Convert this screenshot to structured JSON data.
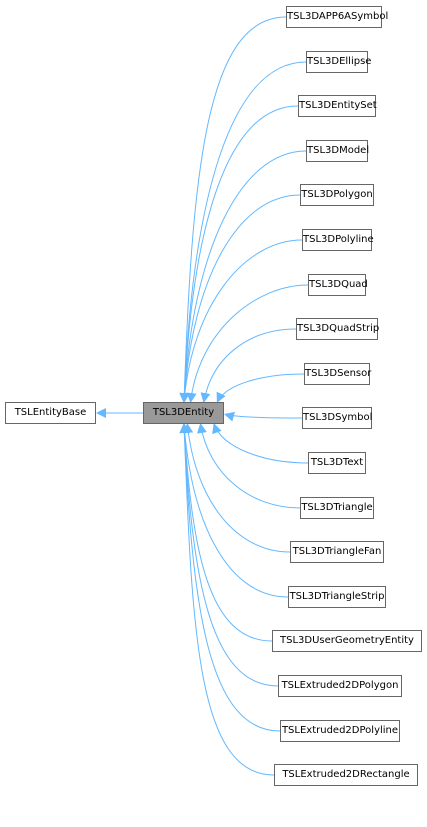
{
  "diagram": {
    "base_class": "TSLEntityBase",
    "current_class": "TSL3DEntity",
    "derived_classes": [
      "TSL3DAPP6ASymbol",
      "TSL3DEllipse",
      "TSL3DEntitySet",
      "TSL3DModel",
      "TSL3DPolygon",
      "TSL3DPolyline",
      "TSL3DQuad",
      "TSL3DQuadStrip",
      "TSL3DSensor",
      "TSL3DSymbol",
      "TSL3DText",
      "TSL3DTriangle",
      "TSL3DTriangleFan",
      "TSL3DTriangleStrip",
      "TSL3DUserGeometryEntity",
      "TSLExtruded2DPolygon",
      "TSLExtruded2DPolyline",
      "TSLExtruded2DRectangle"
    ],
    "colors": {
      "edge": "#63b8ff",
      "node_border": "#666666",
      "current_fill": "#999999",
      "node_fill": "#ffffff"
    }
  }
}
